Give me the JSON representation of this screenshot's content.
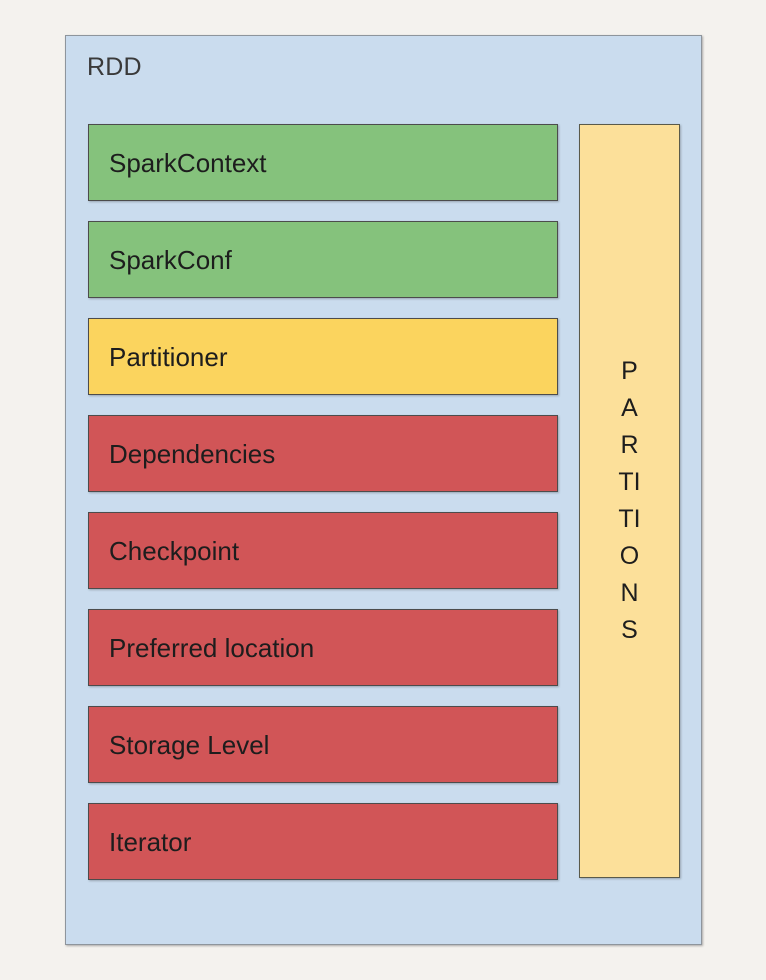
{
  "diagram": {
    "title": "RDD",
    "background_color": "#f4f2ee",
    "container_color": "#cadcee",
    "container_border_color": "#8e959c",
    "attributes": [
      {
        "label": "SparkContext",
        "color": "#85c27c",
        "category": "context"
      },
      {
        "label": "SparkConf",
        "color": "#85c27c",
        "category": "context"
      },
      {
        "label": "Partitioner",
        "color": "#fbd45e",
        "category": "optional"
      },
      {
        "label": "Dependencies",
        "color": "#d15557",
        "category": "core"
      },
      {
        "label": "Checkpoint",
        "color": "#d15557",
        "category": "core"
      },
      {
        "label": "Preferred location",
        "color": "#d15557",
        "category": "core"
      },
      {
        "label": "Storage Level",
        "color": "#d15557",
        "category": "core"
      },
      {
        "label": "Iterator",
        "color": "#d15557",
        "category": "core"
      }
    ],
    "partitions": {
      "label": "PARTITIONS",
      "color": "#fce09a",
      "border_color": "#5a5a4a",
      "orientation": "vertical-stacked"
    }
  }
}
